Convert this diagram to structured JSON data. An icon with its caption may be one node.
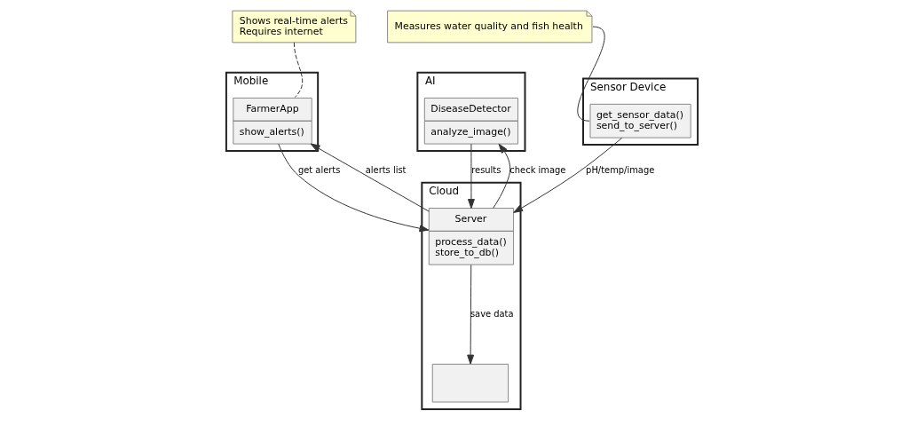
{
  "diagram": {
    "nodes": [
      {
        "text": [
          "Sensor Device"
        ]
      },
      {
        "text": [
          "get_sensor_data()",
          "send_to_server()"
        ],
        "in": 0
      },
      {
        "text": [
          "Measures water quality and fish health"
        ]
      },
      {
        "text": [
          "Mobile"
        ]
      },
      {
        "text": [
          "FarmerApp",
          "show_alerts()"
        ],
        "in": 3
      },
      {
        "text": [
          "AI"
        ]
      },
      {
        "text": [
          "DiseaseDetector",
          "analyze_image()"
        ],
        "in": 5
      },
      {
        "text": [
          "Shows real-time alerts",
          "Requires internet"
        ]
      },
      {
        "text": [
          "Cloud"
        ]
      },
      {
        "text": [
          "Server",
          "process_data()",
          "store_to_db()"
        ],
        "in": 8
      },
      {
        "text": [],
        "shape": "box",
        "in": 8
      }
    ],
    "edges": [
      {
        "from": 2,
        "to": 1,
        "arrow": "none"
      },
      {
        "from": 7,
        "to": 4,
        "arrow": "none",
        "style": "dashed"
      },
      {
        "from": 1,
        "to": 9,
        "arrow": "to",
        "label": "pH/temp/image"
      },
      {
        "from": 4,
        "to": 9,
        "arrow": "to",
        "label": "get alerts"
      },
      {
        "from": 9,
        "to": 4,
        "arrow": "to",
        "label": "alerts list"
      },
      {
        "from": 9,
        "to": 6,
        "arrow": "to",
        "label": "check image"
      },
      {
        "from": 6,
        "to": 9,
        "arrow": "to",
        "label": "results"
      },
      {
        "from": 9,
        "to": 10,
        "arrow": "to",
        "label": "save data"
      }
    ]
  }
}
